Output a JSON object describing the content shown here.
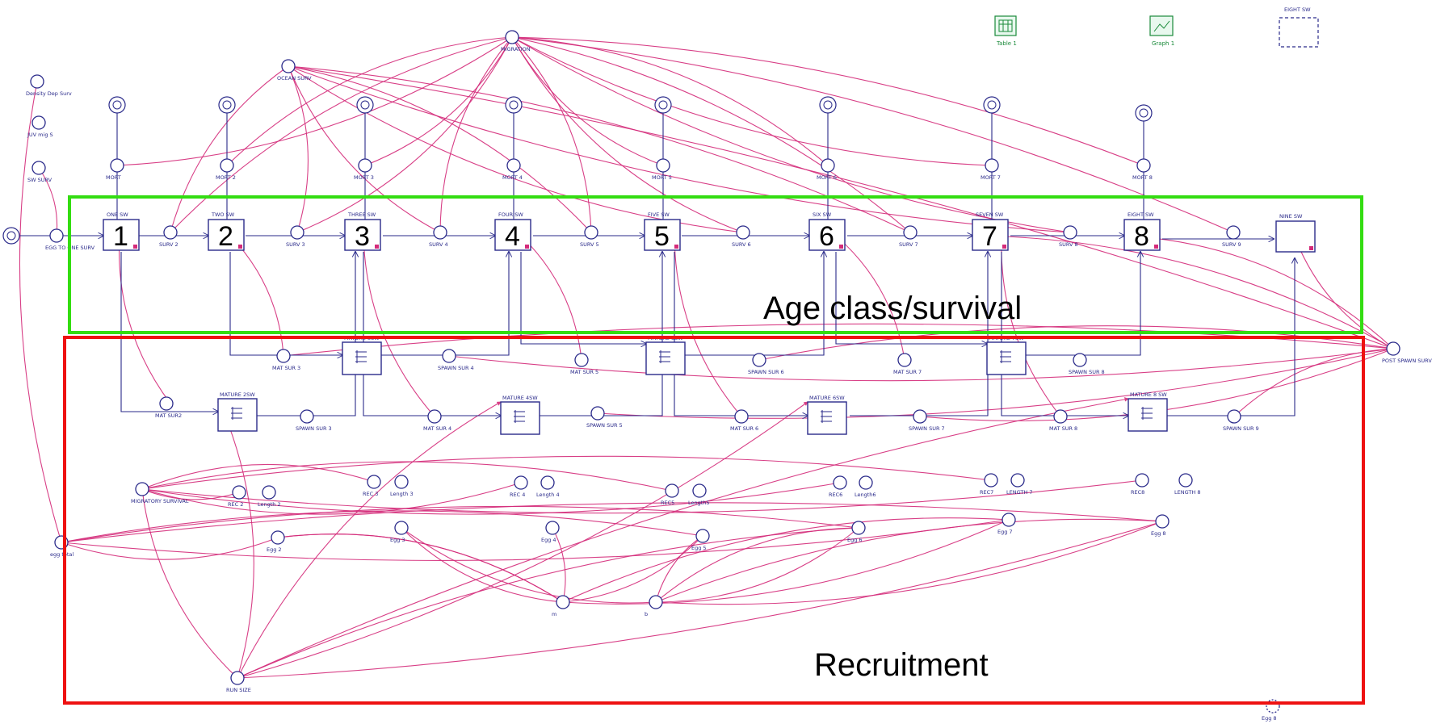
{
  "colors": {
    "stock": "#2a2a8a",
    "connector": "#d42b7a",
    "age_box": "#33dd11",
    "recruit_box": "#ee1111",
    "toolbar": "#1a8a3a"
  },
  "regions": {
    "age_class": "Age class/survival",
    "recruitment": "Recruitment"
  },
  "toolbar": {
    "table": "Table 1",
    "graph": "Graph 1",
    "ghost": "EIGHT SW"
  },
  "age_numbers": [
    "1",
    "2",
    "3",
    "4",
    "5",
    "6",
    "7",
    "8"
  ],
  "stocks_top": [
    {
      "id": "one",
      "label": "ONE SW",
      "num": "1"
    },
    {
      "id": "two",
      "label": "TWO SW",
      "num": "2"
    },
    {
      "id": "three",
      "label": "THREE SW",
      "num": "3"
    },
    {
      "id": "four",
      "label": "FOUR SW",
      "num": "4"
    },
    {
      "id": "five",
      "label": "FIVE SW",
      "num": "5"
    },
    {
      "id": "six",
      "label": "SIX SW",
      "num": "6"
    },
    {
      "id": "seven",
      "label": "SEVEN SW",
      "num": "7"
    },
    {
      "id": "eight",
      "label": "EIGHT SW",
      "num": "8"
    },
    {
      "id": "nine",
      "label": "NINE SW",
      "num": ""
    }
  ],
  "mature_stocks": [
    {
      "label": "MATURE 2SW"
    },
    {
      "label": "MATURE 3SW"
    },
    {
      "label": "MATURE 4SW"
    },
    {
      "label": "MATURE 5SW"
    },
    {
      "label": "MATURE 6SW"
    },
    {
      "label": "MATURE 7SW"
    },
    {
      "label": "MATURE 8 SW"
    }
  ],
  "converters": [
    {
      "label": "Density Dep Surv"
    },
    {
      "label": "JUV mig S"
    },
    {
      "label": "SW SURV"
    },
    {
      "label": "EGG TO ONE SURV"
    },
    {
      "label": "OCEAN SURV"
    },
    {
      "label": "MIGRATION"
    },
    {
      "label": "MORT"
    },
    {
      "label": "MORT 2"
    },
    {
      "label": "MORT 3"
    },
    {
      "label": "MORT 4"
    },
    {
      "label": "MORT 5"
    },
    {
      "label": "MORT 6"
    },
    {
      "label": "MORT 7"
    },
    {
      "label": "MORT 8"
    },
    {
      "label": "SURV 2"
    },
    {
      "label": "SURV 3"
    },
    {
      "label": "SURV 4"
    },
    {
      "label": "SURV 5"
    },
    {
      "label": "SURV 6"
    },
    {
      "label": "SURV 7"
    },
    {
      "label": "SURV 8"
    },
    {
      "label": "SURV 9"
    },
    {
      "label": "MAT SUR2"
    },
    {
      "label": "MAT SUR 3"
    },
    {
      "label": "MAT SUR 4"
    },
    {
      "label": "MAT SUR 5"
    },
    {
      "label": "MAT SUR 6"
    },
    {
      "label": "MAT SUR 7"
    },
    {
      "label": "MAT SUR 8"
    },
    {
      "label": "SPAWN SUR 3"
    },
    {
      "label": "SPAWN SUR 4"
    },
    {
      "label": "SPAWN SUR 5"
    },
    {
      "label": "SPAWN SUR 6"
    },
    {
      "label": "SPAWN SUR 7"
    },
    {
      "label": "SPAWN SUR 8"
    },
    {
      "label": "SPAWN SUR 9"
    },
    {
      "label": "POST SPAWN SURV"
    },
    {
      "label": "MIGRATORY SURVIVAL"
    },
    {
      "label": "REC 2"
    },
    {
      "label": "Length 2"
    },
    {
      "label": "REC 3"
    },
    {
      "label": "Length 3"
    },
    {
      "label": "REC 4"
    },
    {
      "label": "Length 4"
    },
    {
      "label": "REC5"
    },
    {
      "label": "Length5"
    },
    {
      "label": "REC6"
    },
    {
      "label": "Length6"
    },
    {
      "label": "REC7"
    },
    {
      "label": "LENGTH 7"
    },
    {
      "label": "REC8"
    },
    {
      "label": "LENGTH 8"
    },
    {
      "label": "Egg 2"
    },
    {
      "label": "Egg 3"
    },
    {
      "label": "Egg 4"
    },
    {
      "label": "Egg 5"
    },
    {
      "label": "Egg 6"
    },
    {
      "label": "Egg 7"
    },
    {
      "label": "Egg 8"
    },
    {
      "label": "egg total"
    },
    {
      "label": "m"
    },
    {
      "label": "b"
    },
    {
      "label": "RUN SIZE"
    },
    {
      "label": "Egg 8"
    }
  ]
}
